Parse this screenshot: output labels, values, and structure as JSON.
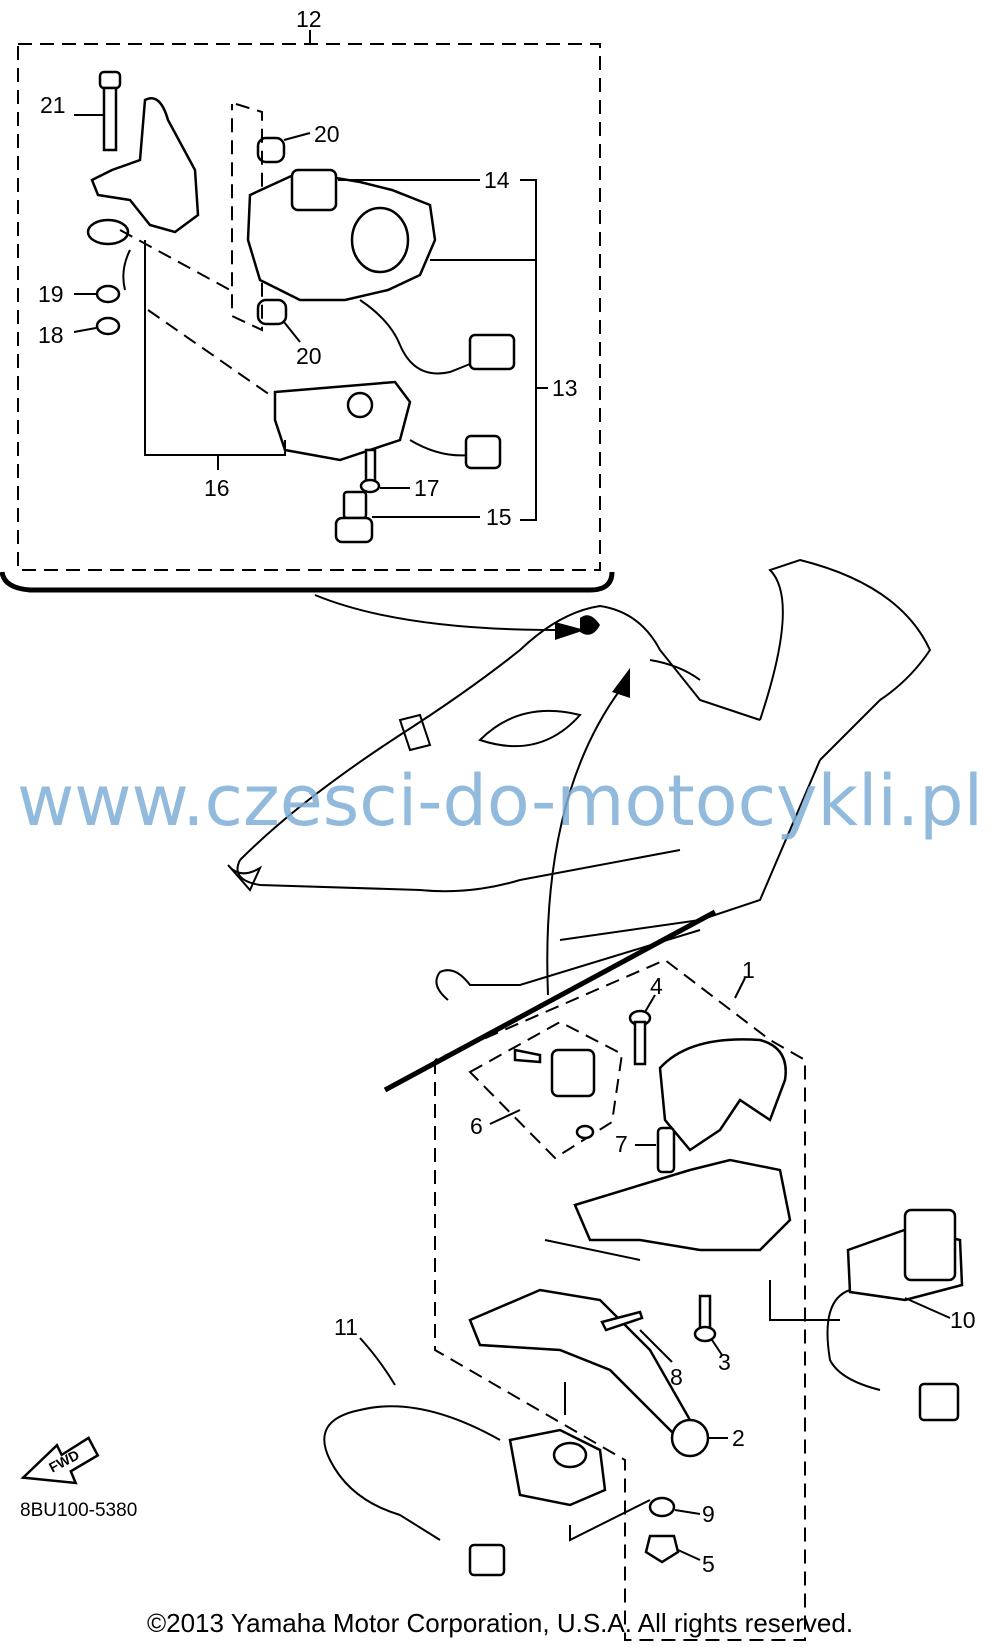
{
  "diagram": {
    "callouts": [
      "1",
      "2",
      "3",
      "4",
      "5",
      "6",
      "7",
      "8",
      "9",
      "10",
      "11",
      "12",
      "13",
      "14",
      "15",
      "16",
      "17",
      "18",
      "19",
      "20",
      "20",
      "21"
    ],
    "code": "8BU100-5380",
    "watermark": "www.czesci-do-motocykli.pl",
    "copyright": "©2013 Yamaha Motor Corporation, U.S.A. All rights reserved.",
    "fwd_label": "FWD"
  }
}
